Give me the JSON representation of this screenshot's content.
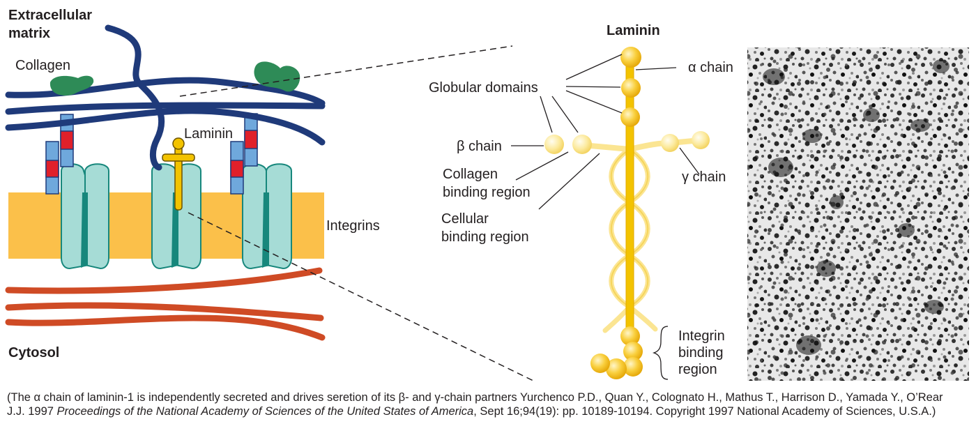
{
  "labels": {
    "extracellular_line1": "Extracellular",
    "extracellular_line2": "matrix",
    "collagen": "Collagen",
    "laminin_left": "Laminin",
    "integrins": "Integrins",
    "cytosol": "Cytosol",
    "laminin_title": "Laminin",
    "globular_domains": "Globular domains",
    "alpha_chain": "α chain",
    "beta_chain": "β chain",
    "gamma_chain": "γ chain",
    "collagen_binding_line1": "Collagen",
    "collagen_binding_line2": "binding region",
    "cellular_binding_line1": "Cellular",
    "cellular_binding_line2": "binding region",
    "integrin_binding_line1": "Integrin",
    "integrin_binding_line2": "binding",
    "integrin_binding_line3": "region"
  },
  "caption": {
    "part1": "(The α chain of laminin-1 is independently secreted and drives seretion of its β- and γ-chain partners Yurchenco P.D., Quan Y., Colognato H., Mathus T., Harrison D., Yamada Y., O’Rear J.J. 1997 ",
    "journal": "Proceedings of the National Academy of Sciences of the United States of America",
    "part2": ", Sept 16;94(19): pp. 10189-10194. Copyright 1997 National Academy of Sciences, U.S.A.)"
  },
  "colors": {
    "membrane": "#fbc04a",
    "collagen_fiber": "#1f3a7a",
    "collagen_blob": "#2e8b57",
    "integrin_fill": "#a6dcd6",
    "integrin_stroke": "#17877c",
    "cytoskeleton": "#cf4b25",
    "laminin": "#f3c300",
    "laminin_light": "#fbe592",
    "cylinder_blue": "#6fa8dc",
    "cylinder_red": "#e0202a"
  }
}
